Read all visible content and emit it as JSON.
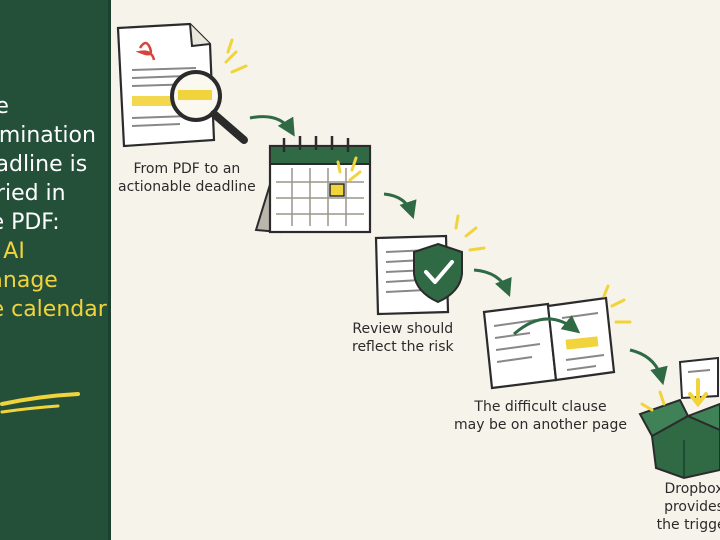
{
  "panel": {
    "lines": [
      "The",
      "termination",
      "deadline is",
      "buried in",
      "the PDF:"
    ],
    "highlight_lines": [
      "let AI",
      "manage",
      "the calendar"
    ],
    "color": "#24503a",
    "accent": "#f1d33c"
  },
  "steps": [
    {
      "caption": "From PDF to an\nactionable deadline",
      "icon": "pdf-magnifier-icon"
    },
    {
      "caption": "",
      "icon": "calendar-icon"
    },
    {
      "caption": "Review should\nreflect the risk",
      "icon": "shield-check-document-icon"
    },
    {
      "caption": "The difficult clause\nmay be on another page",
      "icon": "two-pages-icon"
    },
    {
      "caption": "Dropbox provides\nthe trigger",
      "icon": "dropbox-icon"
    }
  ],
  "colors": {
    "green": "#2f6a45",
    "yellow": "#f1d33c",
    "ink": "#2b2b2b"
  }
}
